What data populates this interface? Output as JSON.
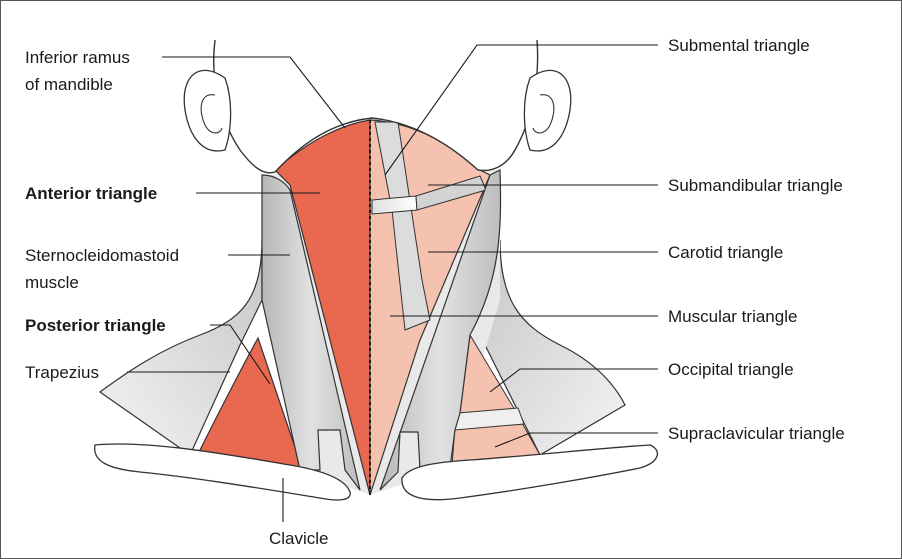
{
  "labels": {
    "inferior_ramus_line1": "Inferior ramus",
    "inferior_ramus_line2": "of mandible",
    "anterior_triangle": "Anterior triangle",
    "sternocleidomastoid_line1": "Sternocleidomastoid",
    "sternocleidomastoid_line2": "muscle",
    "posterior_triangle": "Posterior triangle",
    "trapezius": "Trapezius",
    "clavicle": "Clavicle",
    "submental_triangle": "Submental triangle",
    "submandibular_triangle": "Submandibular triangle",
    "carotid_triangle": "Carotid triangle",
    "muscular_triangle": "Muscular triangle",
    "occipital_triangle": "Occipital triangle",
    "supraclavicular_triangle": "Supraclavicular triangle"
  },
  "colors": {
    "anterior_triangle_fill": "#e8694f",
    "posterior_triangle_fill": "#e8694f",
    "light_triangle_fill": "#f4c2ae",
    "muscle_fill": "#c9c9c9",
    "muscle_light": "#e6e6e6",
    "outline": "#333333",
    "frame": "#555555"
  }
}
